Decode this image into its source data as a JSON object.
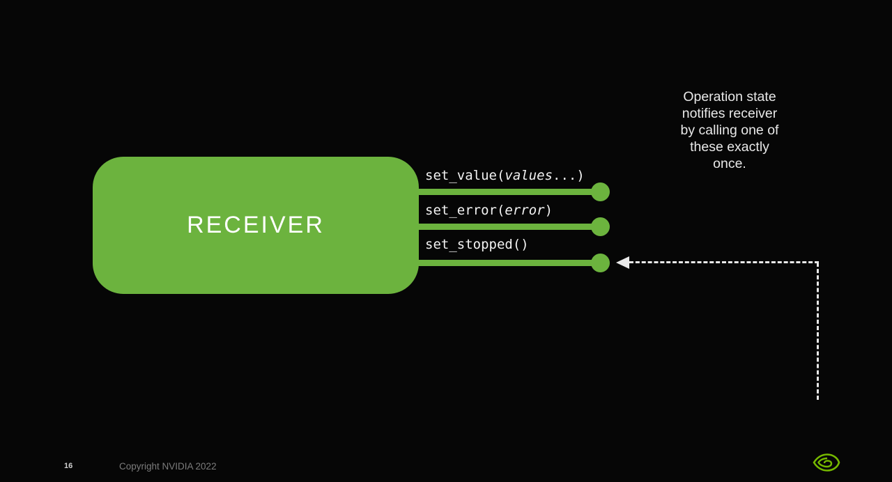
{
  "slide": {
    "page_number": "16",
    "copyright": "Copyright NVIDIA 2022"
  },
  "annotation": {
    "lines": [
      "Operation state",
      "notifies receiver",
      "by calling one of",
      "these exactly",
      "once."
    ]
  },
  "receiver": {
    "label": "RECEIVER"
  },
  "methods": [
    {
      "prefix": "set_value(",
      "param": "values",
      "suffix": "...)"
    },
    {
      "prefix": "set_error(",
      "param": "error",
      "suffix": ")"
    },
    {
      "prefix": "set_stopped()",
      "param": "",
      "suffix": ""
    }
  ],
  "colors": {
    "box_green": "#6cb33e",
    "nvidia_green": "#76b900",
    "dash_white": "#e9e9e9"
  }
}
